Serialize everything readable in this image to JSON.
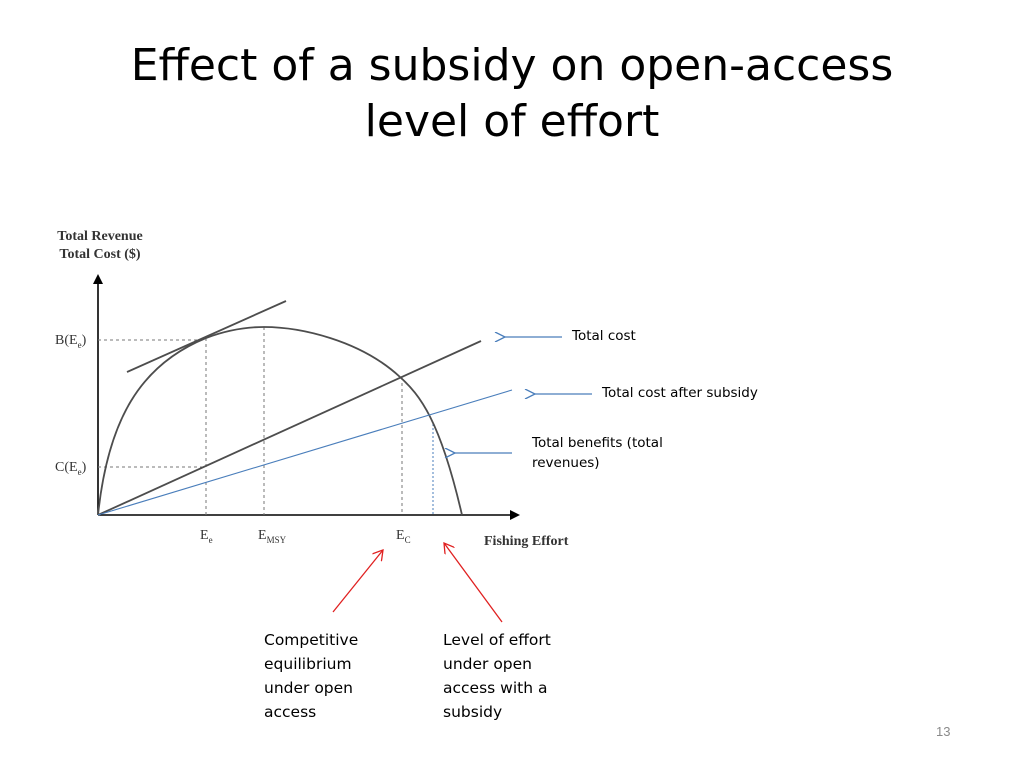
{
  "slide": {
    "title_line1": "Effect of a subsidy on open-access",
    "title_line2": "level of effort",
    "page_number": "13"
  },
  "diagram": {
    "y_axis_label_line1": "Total Revenue",
    "y_axis_label_line2": "Total Cost ($)",
    "x_axis_label": "Fishing Effort",
    "y_tick_high": "B(E",
    "y_tick_high_sub": "e",
    "y_tick_high_close": ")",
    "y_tick_low": "C(E",
    "y_tick_low_sub": "e",
    "y_tick_low_close": ")",
    "x_tick_e": "E",
    "x_tick_e_sub": "e",
    "x_tick_msy": "E",
    "x_tick_msy_sub": "MSY",
    "x_tick_c": "E",
    "x_tick_c_sub": "C",
    "colors": {
      "curve": "#4d4d4d",
      "subsidy_line": "#4a7ebb",
      "red_arrow": "#e02020",
      "blue_arrow": "#4a7ebb"
    }
  },
  "annotations": {
    "total_cost": "Total cost",
    "total_cost_after_subsidy": "Total cost after subsidy",
    "total_benefits_line1": "Total benefits (total",
    "total_benefits_line2": "revenues)",
    "competitive_line1": "Competitive",
    "competitive_line2": "equilibrium",
    "competitive_line3": "under open",
    "competitive_line4": "access",
    "subsidy_effort_line1": "Level of effort",
    "subsidy_effort_line2": "under open",
    "subsidy_effort_line3": "access  with a",
    "subsidy_effort_line4": "subsidy"
  }
}
